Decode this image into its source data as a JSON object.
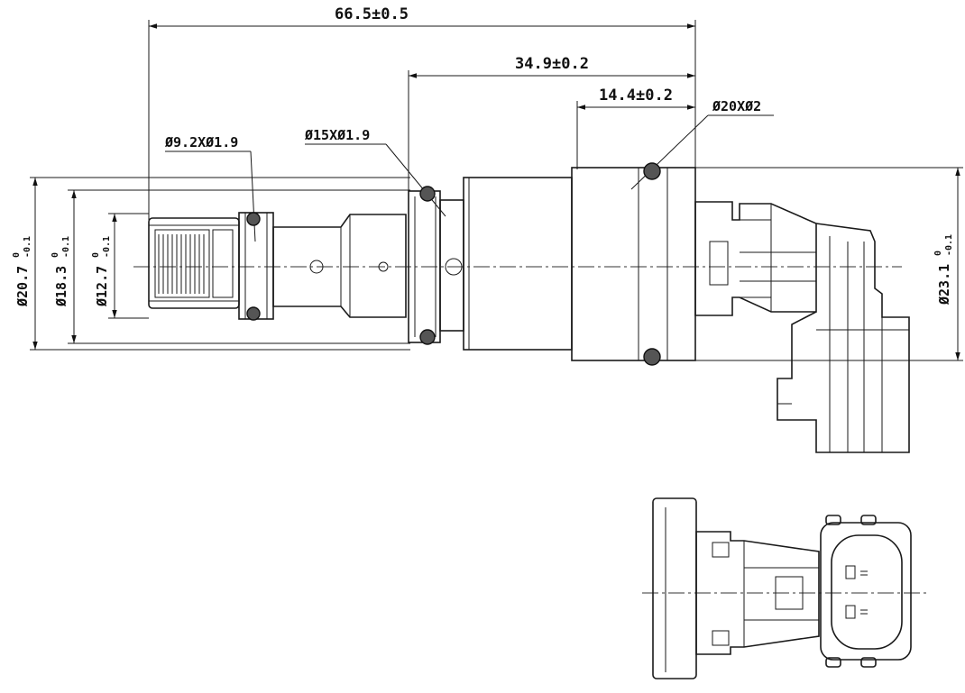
{
  "dimensions": {
    "overall_length": "66.5±0.5",
    "mid_length": "34.9±0.2",
    "short_length": "14.4±0.2"
  },
  "orings": {
    "small": "Ø9.2XØ1.9",
    "medium": "Ø15XØ1.9",
    "large": "Ø20XØ2"
  },
  "diameters": [
    {
      "value": "Ø20.7",
      "tol_upper": "0",
      "tol_lower": "-0.1"
    },
    {
      "value": "Ø18.3",
      "tol_upper": "0",
      "tol_lower": "-0.1"
    },
    {
      "value": "Ø12.7",
      "tol_upper": "0",
      "tol_lower": "-0.1"
    },
    {
      "value": "Ø23.1",
      "tol_upper": "0",
      "tol_lower": "-0.1"
    }
  ]
}
